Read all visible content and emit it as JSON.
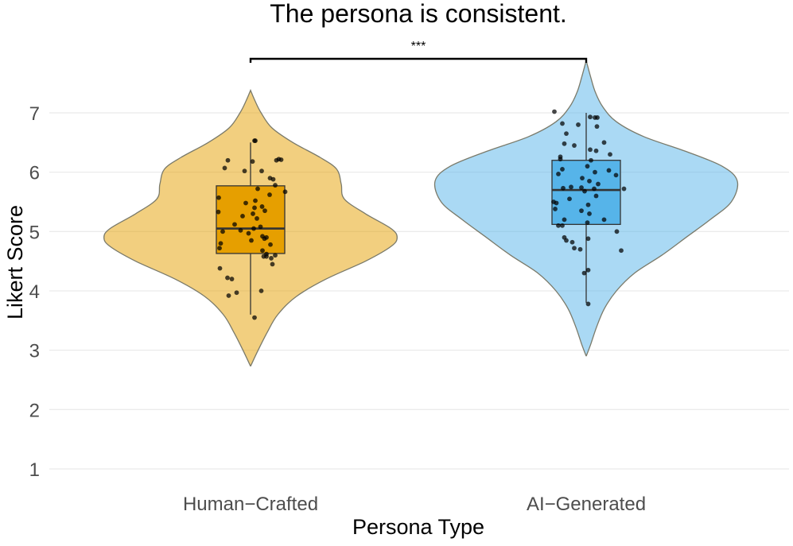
{
  "chart_data": {
    "type": "violin",
    "title": "The persona is consistent.",
    "xlabel": "Persona Type",
    "ylabel": "Likert Score",
    "categories": [
      "Human−Crafted",
      "AI−Generated"
    ],
    "ylim": [
      1,
      7
    ],
    "yticks": [
      1,
      2,
      3,
      4,
      5,
      6,
      7
    ],
    "grid": true,
    "legend": "none",
    "colors": {
      "Human−Crafted": "#E69F00",
      "AI−Generated": "#56B4E9"
    },
    "significance": {
      "label": "***",
      "between": [
        "Human−Crafted",
        "AI−Generated"
      ]
    },
    "series": [
      {
        "category": "Human−Crafted",
        "violin_range": [
          2.73,
          7.38
        ],
        "violin_density": [
          [
            2.73,
            0.0
          ],
          [
            3.0,
            0.05
          ],
          [
            3.3,
            0.11
          ],
          [
            3.6,
            0.18
          ],
          [
            3.9,
            0.3
          ],
          [
            4.2,
            0.5
          ],
          [
            4.5,
            0.76
          ],
          [
            4.75,
            0.93
          ],
          [
            4.9,
            0.97
          ],
          [
            5.05,
            0.93
          ],
          [
            5.3,
            0.76
          ],
          [
            5.55,
            0.62
          ],
          [
            5.8,
            0.6
          ],
          [
            6.05,
            0.57
          ],
          [
            6.25,
            0.46
          ],
          [
            6.5,
            0.28
          ],
          [
            6.75,
            0.14
          ],
          [
            7.0,
            0.07
          ],
          [
            7.2,
            0.03
          ],
          [
            7.38,
            0.0
          ]
        ],
        "box": {
          "min": 3.6,
          "q1": 4.63,
          "median": 5.05,
          "q3": 5.77,
          "max": 6.5
        },
        "points": [
          [
            6.53,
            0.1
          ],
          [
            6.53,
            0.12
          ],
          [
            6.22,
            0.71
          ],
          [
            6.21,
            0.77
          ],
          [
            6.2,
            0.65
          ],
          [
            6.18,
            0.05
          ],
          [
            6.2,
            -0.57
          ],
          [
            6.07,
            -0.65
          ],
          [
            6.02,
            -0.15
          ],
          [
            6.02,
            0.28
          ],
          [
            5.9,
            0.49
          ],
          [
            5.88,
            0.57
          ],
          [
            5.78,
            0.62
          ],
          [
            5.72,
            0.18
          ],
          [
            5.67,
            0.87
          ],
          [
            5.62,
            0.48
          ],
          [
            5.57,
            -0.8
          ],
          [
            5.52,
            0.12
          ],
          [
            5.48,
            -0.12
          ],
          [
            5.42,
            0.29
          ],
          [
            5.4,
            0.1
          ],
          [
            5.35,
            0.36
          ],
          [
            5.33,
            -0.81
          ],
          [
            5.3,
            0.06
          ],
          [
            5.26,
            -0.2
          ],
          [
            5.22,
            0.16
          ],
          [
            5.12,
            -0.4
          ],
          [
            5.08,
            0.25
          ],
          [
            5.05,
            0.08
          ],
          [
            5.02,
            -0.25
          ],
          [
            5.0,
            -0.7
          ],
          [
            4.97,
            -0.05
          ],
          [
            4.92,
            0.3
          ],
          [
            4.9,
            0.4
          ],
          [
            4.88,
            0.35
          ],
          [
            4.85,
            0.02
          ],
          [
            4.8,
            -0.75
          ],
          [
            4.78,
            0.5
          ],
          [
            4.72,
            -0.78
          ],
          [
            4.68,
            0.3
          ],
          [
            4.62,
            0.4
          ],
          [
            4.6,
            0.62
          ],
          [
            4.58,
            0.33
          ],
          [
            4.58,
            0.4
          ],
          [
            4.55,
            0.52
          ],
          [
            4.45,
            0.55
          ],
          [
            4.38,
            -0.77
          ],
          [
            4.22,
            -0.58
          ],
          [
            4.2,
            -0.47
          ],
          [
            4.0,
            0.27
          ],
          [
            3.97,
            -0.35
          ],
          [
            3.92,
            -0.55
          ],
          [
            3.55,
            0.1
          ]
        ]
      },
      {
        "category": "AI−Generated",
        "violin_range": [
          2.9,
          7.88
        ],
        "violin_density": [
          [
            2.9,
            0.0
          ],
          [
            3.1,
            0.03
          ],
          [
            3.4,
            0.07
          ],
          [
            3.7,
            0.12
          ],
          [
            4.0,
            0.2
          ],
          [
            4.3,
            0.32
          ],
          [
            4.6,
            0.5
          ],
          [
            4.9,
            0.66
          ],
          [
            5.2,
            0.82
          ],
          [
            5.5,
            0.96
          ],
          [
            5.85,
            1.0
          ],
          [
            6.1,
            0.9
          ],
          [
            6.35,
            0.66
          ],
          [
            6.6,
            0.38
          ],
          [
            6.85,
            0.2
          ],
          [
            7.1,
            0.11
          ],
          [
            7.35,
            0.06
          ],
          [
            7.6,
            0.03
          ],
          [
            7.88,
            0.0
          ]
        ],
        "box": {
          "min": 3.8,
          "q1": 5.12,
          "median": 5.7,
          "q3": 6.2,
          "max": 7.0
        },
        "points": [
          [
            7.02,
            -0.8
          ],
          [
            6.93,
            0.1
          ],
          [
            6.92,
            0.22
          ],
          [
            6.92,
            0.28
          ],
          [
            6.82,
            -0.6
          ],
          [
            6.8,
            -0.2
          ],
          [
            6.77,
            0.27
          ],
          [
            6.65,
            -0.5
          ],
          [
            6.5,
            0.45
          ],
          [
            6.48,
            -0.55
          ],
          [
            6.45,
            -0.3
          ],
          [
            6.38,
            0.1
          ],
          [
            6.36,
            0.25
          ],
          [
            6.3,
            0.6
          ],
          [
            6.26,
            -0.65
          ],
          [
            6.22,
            -0.65
          ],
          [
            6.2,
            0.12
          ],
          [
            6.1,
            0.03
          ],
          [
            6.05,
            -0.6
          ],
          [
            6.03,
            0.57
          ],
          [
            6.0,
            0.22
          ],
          [
            5.97,
            -0.7
          ],
          [
            5.95,
            0.75
          ],
          [
            5.9,
            -0.1
          ],
          [
            5.85,
            0.08
          ],
          [
            5.8,
            0.3
          ],
          [
            5.75,
            -0.38
          ],
          [
            5.74,
            -0.12
          ],
          [
            5.73,
            -0.58
          ],
          [
            5.72,
            0.95
          ],
          [
            5.72,
            0.2
          ],
          [
            5.68,
            -0.04
          ],
          [
            5.6,
            0.25
          ],
          [
            5.55,
            -0.42
          ],
          [
            5.5,
            -0.82
          ],
          [
            5.48,
            -0.75
          ],
          [
            5.45,
            0.05
          ],
          [
            5.38,
            -0.78
          ],
          [
            5.35,
            -0.12
          ],
          [
            5.3,
            0.08
          ],
          [
            5.2,
            -0.55
          ],
          [
            5.2,
            0.45
          ],
          [
            5.15,
            0.03
          ],
          [
            5.1,
            -0.7
          ],
          [
            5.1,
            -0.6
          ],
          [
            5.0,
            0.77
          ],
          [
            4.9,
            -0.55
          ],
          [
            4.88,
            0.05
          ],
          [
            4.85,
            -0.5
          ],
          [
            4.82,
            -0.35
          ],
          [
            4.72,
            -0.3
          ],
          [
            4.7,
            -0.15
          ],
          [
            4.68,
            0.88
          ],
          [
            4.35,
            0.05
          ],
          [
            4.3,
            -0.05
          ],
          [
            3.78,
            0.05
          ]
        ]
      }
    ]
  }
}
